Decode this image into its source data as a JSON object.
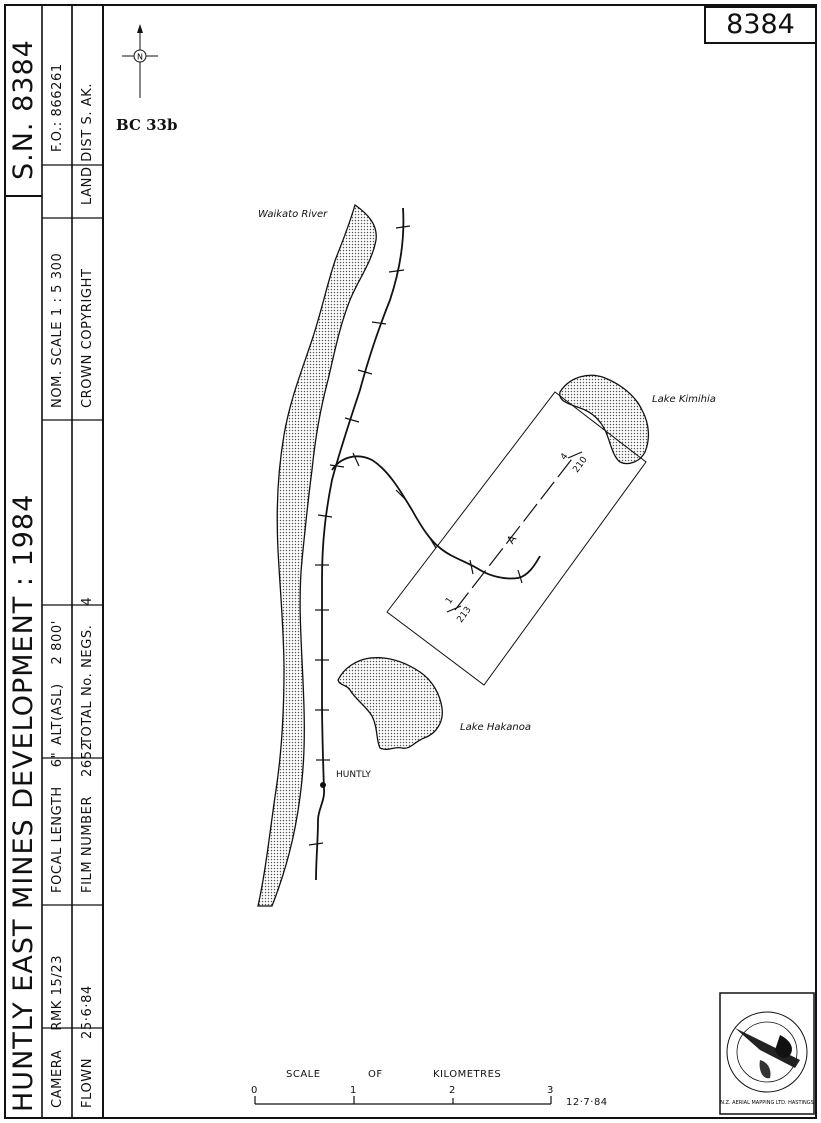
{
  "title": "HUNTLY EAST MINES DEVELOPMENT : 1984",
  "sheet_number": "S.N. 8384",
  "sheet_box": "8384",
  "fo": "F.O.: 866261",
  "camera": {
    "label": "CAMERA",
    "value": "RMK 15/23"
  },
  "flown": {
    "label": "FLOWN",
    "value": "25·6·84"
  },
  "focal_length": {
    "label": "FOCAL LENGTH",
    "value": "6\""
  },
  "film_number": {
    "label": "FILM NUMBER",
    "value": "2652"
  },
  "altitude": {
    "label": "ALT(ASL)",
    "value": "2 800'"
  },
  "total_negs": {
    "label": "TOTAL No. NEGS.",
    "value": "4"
  },
  "nom_scale": "NOM. SCALE 1 : 5 300",
  "land_dist": "LAND DIST S. AK.",
  "copyright": "CROWN COPYRIGHT",
  "sheet_code": "BC 33b",
  "north_label": "N",
  "map_labels": {
    "river": "Waikato River",
    "lake_kimihia": "Lake Kimihia",
    "lake_hakanoa": "Lake Hakanoa",
    "town": "HUNTLY",
    "run_label": "A",
    "run_start_num": "213",
    "run_start_mark": "1",
    "run_end_num": "210",
    "run_end_mark": "4"
  },
  "scale_bar": {
    "label_scale": "SCALE",
    "label_of": "OF",
    "label_units": "KILOMETRES",
    "ticks": [
      "0",
      "1",
      "2",
      "3"
    ],
    "date": "12·7·84"
  },
  "logo_text": "N.Z. AERIAL MAPPING LTD. HASTINGS"
}
